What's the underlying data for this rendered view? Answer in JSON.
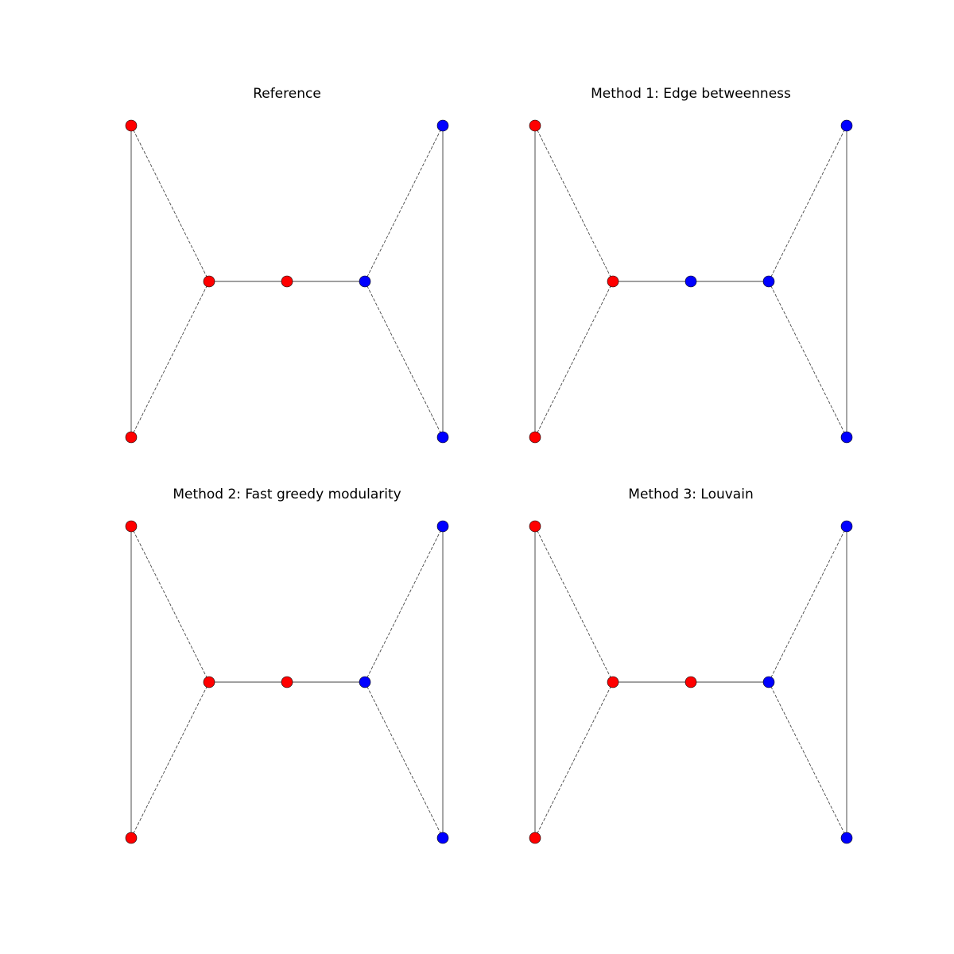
{
  "colors": {
    "community_a": "#ff0000",
    "community_b": "#0000ff",
    "edge": "#808080",
    "node_outline": "#000000"
  },
  "graph": {
    "nodes": [
      "left-top",
      "left-bottom",
      "left-hub",
      "center",
      "right-hub",
      "right-top",
      "right-bottom"
    ],
    "edges": [
      {
        "from": "left-top",
        "to": "left-bottom",
        "style": "solid"
      },
      {
        "from": "left-top",
        "to": "left-hub",
        "style": "dashed"
      },
      {
        "from": "left-bottom",
        "to": "left-hub",
        "style": "dashed"
      },
      {
        "from": "left-hub",
        "to": "center",
        "style": "solid"
      },
      {
        "from": "center",
        "to": "right-hub",
        "style": "solid"
      },
      {
        "from": "right-hub",
        "to": "right-top",
        "style": "dashed"
      },
      {
        "from": "right-hub",
        "to": "right-bottom",
        "style": "dashed"
      },
      {
        "from": "right-top",
        "to": "right-bottom",
        "style": "solid"
      }
    ]
  },
  "panels": [
    {
      "title": "Reference",
      "communities": {
        "left-top": "a",
        "left-bottom": "a",
        "left-hub": "a",
        "center": "a",
        "right-hub": "b",
        "right-top": "b",
        "right-bottom": "b"
      }
    },
    {
      "title": "Method 1: Edge betweenness",
      "communities": {
        "left-top": "a",
        "left-bottom": "a",
        "left-hub": "a",
        "center": "b",
        "right-hub": "b",
        "right-top": "b",
        "right-bottom": "b"
      }
    },
    {
      "title": "Method 2: Fast greedy modularity",
      "communities": {
        "left-top": "a",
        "left-bottom": "a",
        "left-hub": "a",
        "center": "a",
        "right-hub": "b",
        "right-top": "b",
        "right-bottom": "b"
      }
    },
    {
      "title": "Method 3: Louvain",
      "communities": {
        "left-top": "a",
        "left-bottom": "a",
        "left-hub": "a",
        "center": "a",
        "right-hub": "b",
        "right-top": "b",
        "right-bottom": "b"
      }
    }
  ]
}
